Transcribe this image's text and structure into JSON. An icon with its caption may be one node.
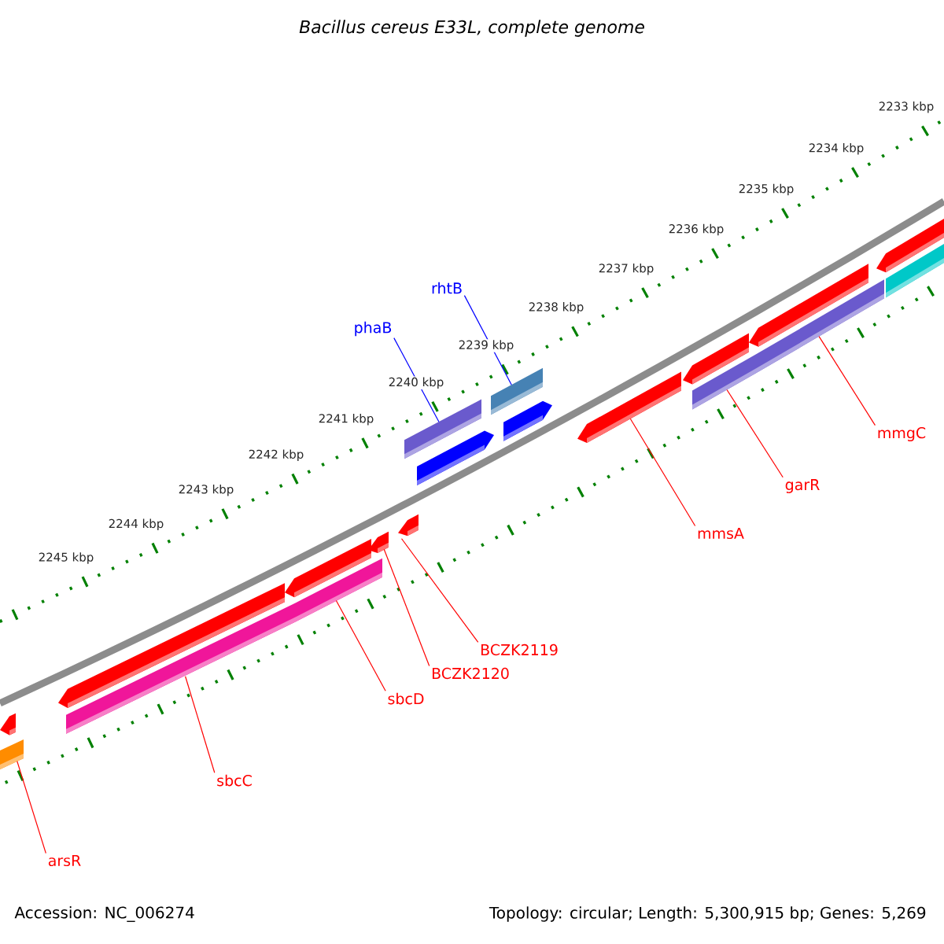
{
  "diagram": {
    "title": "Bacillus cereus E33L, complete genome",
    "nodes": [
      {
        "text": [
          "rhtB"
        ]
      },
      {
        "text": [
          "phaB"
        ]
      },
      {
        "text": [
          "mmgC"
        ]
      },
      {
        "text": [
          "garR"
        ]
      },
      {
        "text": [
          "mmsA"
        ]
      },
      {
        "text": [
          "BCZK2119"
        ]
      },
      {
        "text": [
          "BCZK2120"
        ]
      },
      {
        "text": [
          "sbcD"
        ]
      },
      {
        "text": [
          "sbcC"
        ]
      },
      {
        "text": [
          "arsR"
        ]
      },
      {
        "text": [],
        "shape": "bar"
      },
      {
        "text": [],
        "shape": "bar"
      },
      {
        "text": [],
        "shape": "bar"
      },
      {
        "text": [],
        "shape": "bar"
      },
      {
        "text": [],
        "shape": "bar"
      },
      {
        "text": [],
        "shape": "bar"
      },
      {
        "text": [],
        "shape": "bar"
      },
      {
        "text": [],
        "shape": "bar"
      },
      {
        "text": [],
        "shape": "bar"
      },
      {
        "text": [],
        "shape": "bar"
      },
      {
        "text": [],
        "shape": "bar"
      },
      {
        "text": [],
        "shape": "bar"
      },
      {
        "text": [],
        "shape": "bar"
      },
      {
        "text": [],
        "shape": "bar"
      },
      {
        "text": [],
        "shape": "bar"
      },
      {
        "text": [],
        "shape": "bar"
      },
      {
        "text": [],
        "shape": "bar"
      },
      {
        "text": [],
        "shape": "bar"
      },
      {
        "text": [],
        "shape": "bar"
      }
    ],
    "edges": [
      {
        "from": 0,
        "to": 20,
        "arrow": "none",
        "color": "#0000ff"
      },
      {
        "from": 1,
        "to": 18,
        "arrow": "none",
        "color": "#0000ff"
      },
      {
        "from": 2,
        "to": 26,
        "arrow": "none"
      },
      {
        "from": 3,
        "to": 24,
        "arrow": "none"
      },
      {
        "from": 4,
        "to": 22,
        "arrow": "none"
      },
      {
        "from": 5,
        "to": 17,
        "arrow": "none"
      },
      {
        "from": 6,
        "to": 16,
        "arrow": "none"
      },
      {
        "from": 7,
        "to": 15,
        "arrow": "none"
      },
      {
        "from": 8,
        "to": 13,
        "arrow": "none"
      },
      {
        "from": 9,
        "to": 11,
        "arrow": "none"
      }
    ],
    "labels": [
      "2233 kbp",
      "2234 kbp",
      "2235 kbp",
      "2236 kbp",
      "2237 kbp",
      "2238 kbp",
      "2239 kbp",
      "2240 kbp",
      "2241 kbp",
      "2242 kbp",
      "2243 kbp",
      "2244 kbp",
      "2245 kbp",
      "Accession: NC_006274",
      "Topology: circular; Length: 5,300,915 bp; Genes: 5,269"
    ]
  }
}
